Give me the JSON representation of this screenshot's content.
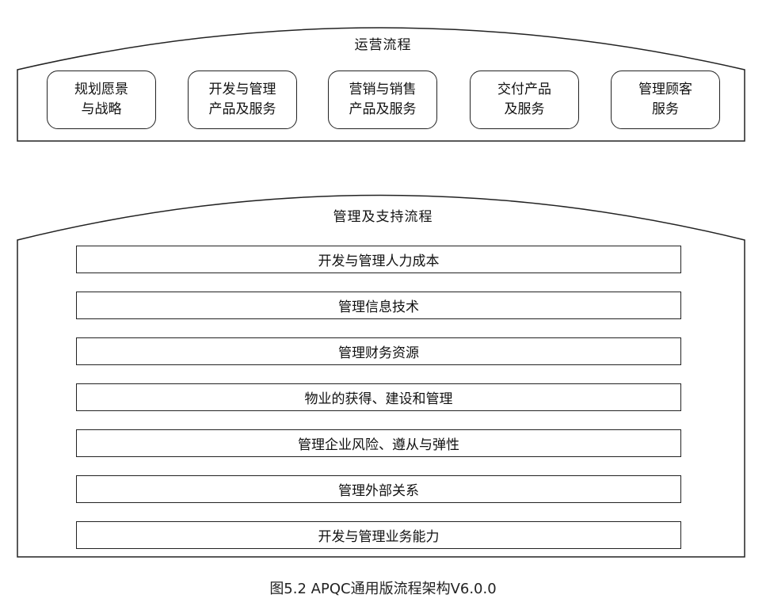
{
  "operating": {
    "title": "运营流程",
    "items": [
      "规划愿景\n与战略",
      "开发与管理\n产品及服务",
      "营销与销售\n产品及服务",
      "交付产品\n及服务",
      "管理顾客\n服务"
    ]
  },
  "support": {
    "title": "管理及支持流程",
    "items": [
      "开发与管理人力成本",
      "管理信息技术",
      "管理财务资源",
      "物业的获得、建设和管理",
      "管理企业风险、遵从与弹性",
      "管理外部关系",
      "开发与管理业务能力"
    ]
  },
  "caption": "图5.2 APQC通用版流程架构V6.0.0"
}
